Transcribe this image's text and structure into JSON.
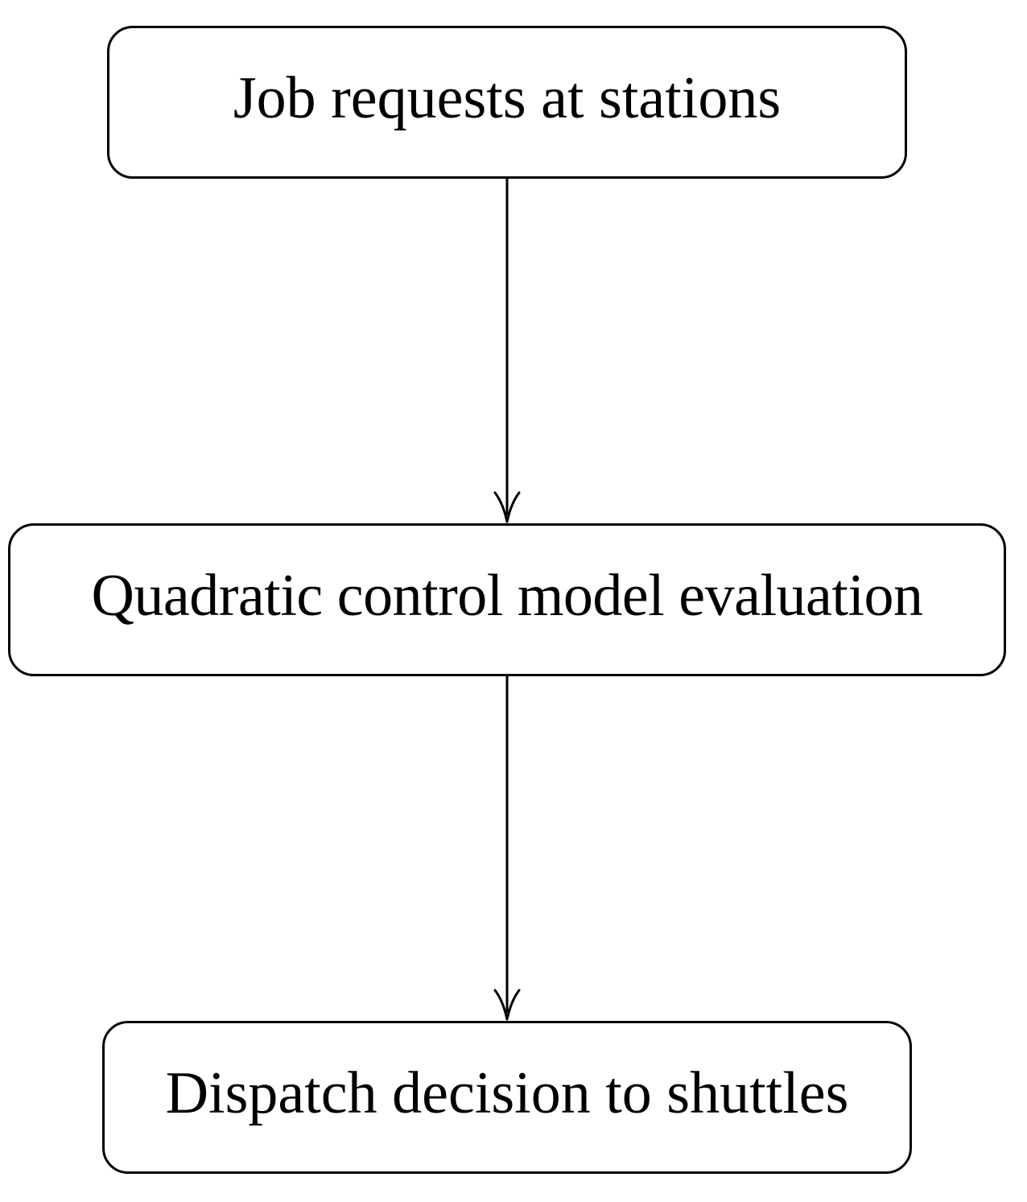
{
  "diagram": {
    "nodes": [
      {
        "id": "jobs",
        "label": "Job requests at stations"
      },
      {
        "id": "model",
        "label": "Quadratic control model evaluation"
      },
      {
        "id": "dispatch",
        "label": "Dispatch decision to shuttles"
      }
    ],
    "edges": [
      {
        "from": "jobs",
        "to": "model"
      },
      {
        "from": "model",
        "to": "dispatch"
      }
    ],
    "colors": {
      "stroke": "#000000",
      "background": "#ffffff"
    }
  }
}
